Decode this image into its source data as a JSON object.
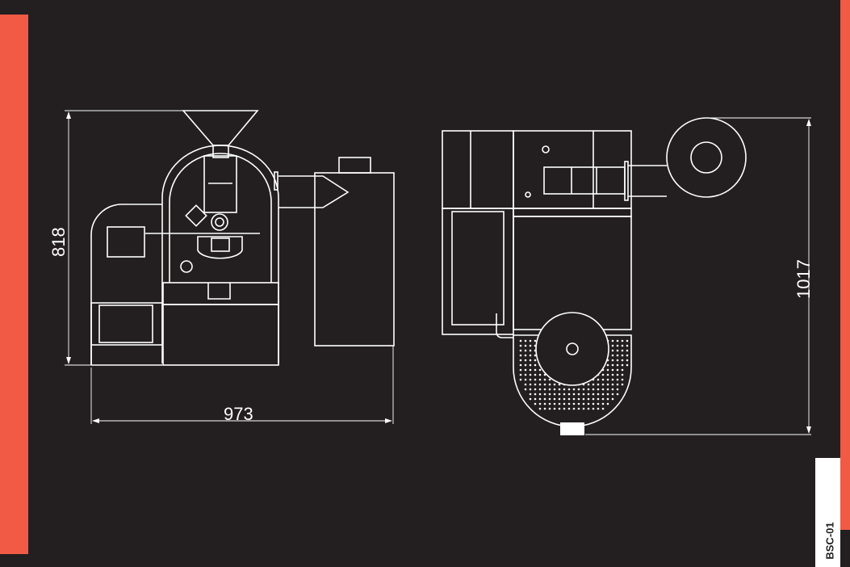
{
  "drawing": {
    "title_tag": "BSC-01",
    "front_view": {
      "height_label": "818",
      "width_label": "973"
    },
    "side_view": {
      "depth_label": "1017"
    }
  },
  "colors": {
    "background": "#231f20",
    "accent": "#f15a45",
    "line": "#ffffff"
  }
}
